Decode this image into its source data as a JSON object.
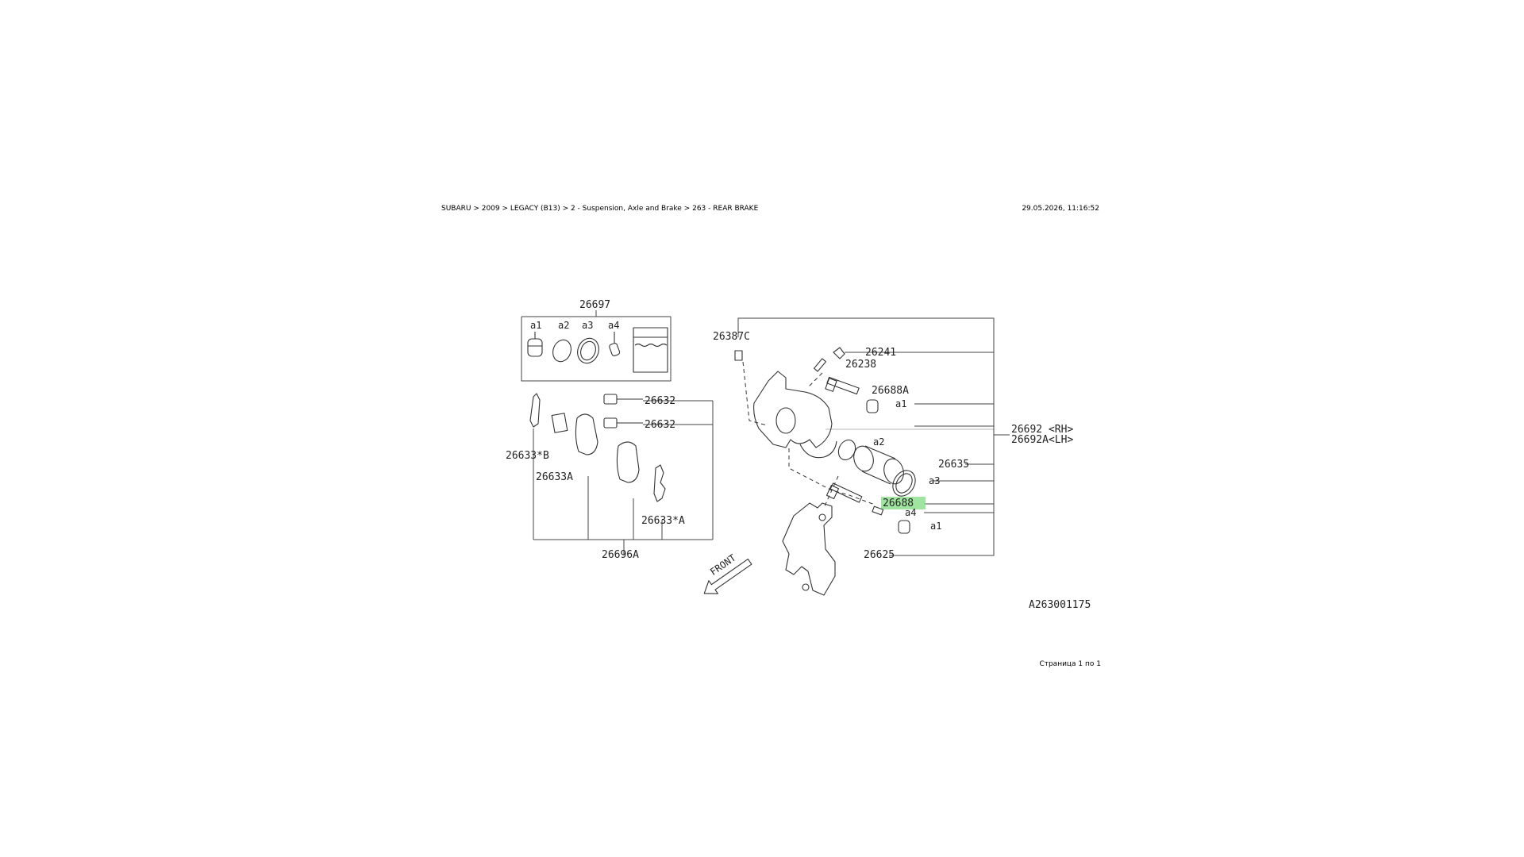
{
  "header": {
    "breadcrumb": "SUBARU > 2009 > LEGACY (B13) > 2 - Suspension, Axle and Brake > 263 - REAR BRAKE",
    "timestamp": "29.05.2026, 11:16:52"
  },
  "diagram": {
    "kit_label": "26697",
    "kit_items": [
      "a1",
      "a2",
      "a3",
      "a4"
    ],
    "pad_labels": {
      "p26632_top": "26632",
      "p26632_bottom": "26632",
      "shim_b": "26633*B",
      "pad_a": "26633A",
      "shim_a": "26633*A",
      "pad_set": "26696A"
    },
    "caliper_labels": {
      "bleeder": "26387C",
      "cap": "26241",
      "bolt": "26238",
      "pin_a": "26688A",
      "piston": "26635",
      "pin": "26688",
      "support": "26625",
      "assembly_rh": "26692 <RH>",
      "assembly_lh": "26692A<LH>"
    },
    "ref_labels": [
      "a1",
      "a2",
      "a3",
      "a4",
      "a1"
    ],
    "front_label": "FRONT",
    "diagram_code": "A263001175",
    "highlight_color": "#8ee08e"
  },
  "footer": {
    "page": "Страница 1 по 1"
  }
}
